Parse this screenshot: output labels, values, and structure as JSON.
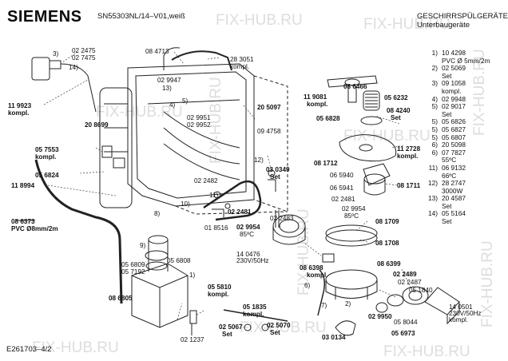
{
  "header": {
    "brand": "SIEMENS",
    "model": "SN55303NL/14–V01,weiß",
    "category": "GESCHIRRSPÜLGERÄTE",
    "subcategory": "Unterbaugeräte"
  },
  "footer": {
    "drawing_id": "E261703–4/2"
  },
  "watermark": {
    "text": "FIX-HUB.RU"
  },
  "part_labels": [
    {
      "id": "p1",
      "text": "3)"
    },
    {
      "id": "p2",
      "text": "02 2475"
    },
    {
      "id": "p3",
      "text": "02 7475"
    },
    {
      "id": "p4",
      "text": "08 4713"
    },
    {
      "id": "p5",
      "text": "28 3051"
    },
    {
      "id": "p6",
      "text": "kompl."
    },
    {
      "id": "p7",
      "text": "14)"
    },
    {
      "id": "p8",
      "text": "02 9947"
    },
    {
      "id": "p9",
      "text": "13)"
    },
    {
      "id": "p10",
      "text": "5)"
    },
    {
      "id": "p11",
      "text": "4)"
    },
    {
      "id": "p12",
      "text": "20 5097"
    },
    {
      "id": "p13",
      "text": "11 9923"
    },
    {
      "id": "p14",
      "text": "kompl."
    },
    {
      "id": "p15",
      "text": "20 8699"
    },
    {
      "id": "p16",
      "text": "02 9951"
    },
    {
      "id": "p17",
      "text": "02 9952"
    },
    {
      "id": "p18",
      "text": "09 4758"
    },
    {
      "id": "p19",
      "text": "05 7553"
    },
    {
      "id": "p20",
      "text": "kompl."
    },
    {
      "id": "p21",
      "text": "05 6824"
    },
    {
      "id": "p22",
      "text": "12)"
    },
    {
      "id": "p23",
      "text": "03 0349"
    },
    {
      "id": "p24",
      "text": "Set"
    },
    {
      "id": "p25",
      "text": "02 2482"
    },
    {
      "id": "p26",
      "text": "11)"
    },
    {
      "id": "p27",
      "text": "10)"
    },
    {
      "id": "p28",
      "text": "11 8994"
    },
    {
      "id": "p29",
      "text": "8)"
    },
    {
      "id": "p30",
      "text": "02 2481"
    },
    {
      "id": "p31",
      "text": "02 2483"
    },
    {
      "id": "p32",
      "text": "08 6373"
    },
    {
      "id": "p33",
      "text": "PVC Ø8mm/2m"
    },
    {
      "id": "p34",
      "text": "01 8516"
    },
    {
      "id": "p35",
      "text": "02 9954"
    },
    {
      "id": "p36",
      "text": "85ºC"
    },
    {
      "id": "p37",
      "text": "9)"
    },
    {
      "id": "p38",
      "text": "05 6809"
    },
    {
      "id": "p39",
      "text": "05 7192"
    },
    {
      "id": "p40",
      "text": "05 6808"
    },
    {
      "id": "p41",
      "text": "14 0476"
    },
    {
      "id": "p42",
      "text": "230V/50Hz"
    },
    {
      "id": "p43",
      "text": "08 6398"
    },
    {
      "id": "p44",
      "text": "kompl."
    },
    {
      "id": "p45",
      "text": "05 5810"
    },
    {
      "id": "p46",
      "text": "kompl."
    },
    {
      "id": "p47",
      "text": "6)"
    },
    {
      "id": "p48",
      "text": "08 6805"
    },
    {
      "id": "p49",
      "text": "05 1835"
    },
    {
      "id": "p50",
      "text": "kompl."
    },
    {
      "id": "p51",
      "text": "02 5067"
    },
    {
      "id": "p52",
      "text": "Set"
    },
    {
      "id": "p53",
      "text": "02 5070"
    },
    {
      "id": "p54",
      "text": "Set"
    },
    {
      "id": "p55",
      "text": "02 1237"
    },
    {
      "id": "p56",
      "text": "03 0134"
    },
    {
      "id": "p57",
      "text": "11 9081"
    },
    {
      "id": "p58",
      "text": "kompl."
    },
    {
      "id": "p59",
      "text": "08 6466"
    },
    {
      "id": "p60",
      "text": "05 6232"
    },
    {
      "id": "p61",
      "text": "08 4240"
    },
    {
      "id": "p62",
      "text": "Set"
    },
    {
      "id": "p63",
      "text": "05 6828"
    },
    {
      "id": "p64",
      "text": "11 2728"
    },
    {
      "id": "p65",
      "text": "kompl."
    },
    {
      "id": "p66",
      "text": "08 1712"
    },
    {
      "id": "p67",
      "text": "06 5940"
    },
    {
      "id": "p68",
      "text": "06 5941"
    },
    {
      "id": "p69",
      "text": "08 1711"
    },
    {
      "id": "p70",
      "text": "02 2481"
    },
    {
      "id": "p71",
      "text": "02 9954"
    },
    {
      "id": "p72",
      "text": "85ºC"
    },
    {
      "id": "p73",
      "text": "08 1709"
    },
    {
      "id": "p74",
      "text": "08 1708"
    },
    {
      "id": "p75",
      "text": "08 6399"
    },
    {
      "id": "p76",
      "text": "02 2489"
    },
    {
      "id": "p77",
      "text": "02 2487"
    },
    {
      "id": "p78",
      "text": "05 1840"
    },
    {
      "id": "p79",
      "text": "7)"
    },
    {
      "id": "p80",
      "text": "2)"
    },
    {
      "id": "p81",
      "text": "02 9950"
    },
    {
      "id": "p82",
      "text": "05 8044"
    },
    {
      "id": "p83",
      "text": "14 0501"
    },
    {
      "id": "p84",
      "text": "230V/50Hz"
    },
    {
      "id": "p85",
      "text": "kompl."
    },
    {
      "id": "p86",
      "text": "05 6973"
    },
    {
      "id": "p87",
      "text": "1)"
    }
  ],
  "legend": [
    {
      "num": "1)",
      "code": "10 4298",
      "sub": [
        "PVC Ø 5mm/2m"
      ]
    },
    {
      "num": "2)",
      "code": "02 5069",
      "sub": [
        "Set"
      ]
    },
    {
      "num": "3)",
      "code": "09 1058",
      "sub": [
        "kompl."
      ]
    },
    {
      "num": "4)",
      "code": "02 9948",
      "sub": []
    },
    {
      "num": "5)",
      "code": "02 9017",
      "sub": [
        "Set"
      ]
    },
    {
      "num": "5)",
      "code": "05 6826",
      "sub": []
    },
    {
      "num": "5)",
      "code": "05 6827",
      "sub": []
    },
    {
      "num": "5)",
      "code": "05 6807",
      "sub": []
    },
    {
      "num": "6)",
      "code": "20 5098",
      "sub": []
    },
    {
      "num": "6)",
      "code": "07 7827",
      "sub": [
        "55ºC"
      ]
    },
    {
      "num": "11)",
      "code": "06 9132",
      "sub": [
        "66ºC"
      ]
    },
    {
      "num": "12)",
      "code": "28 2747",
      "sub": [
        "3000W"
      ]
    },
    {
      "num": "13)",
      "code": "20 4587",
      "sub": [
        "Set"
      ]
    },
    {
      "num": "14)",
      "code": "05 5164",
      "sub": [
        "Set"
      ]
    }
  ]
}
